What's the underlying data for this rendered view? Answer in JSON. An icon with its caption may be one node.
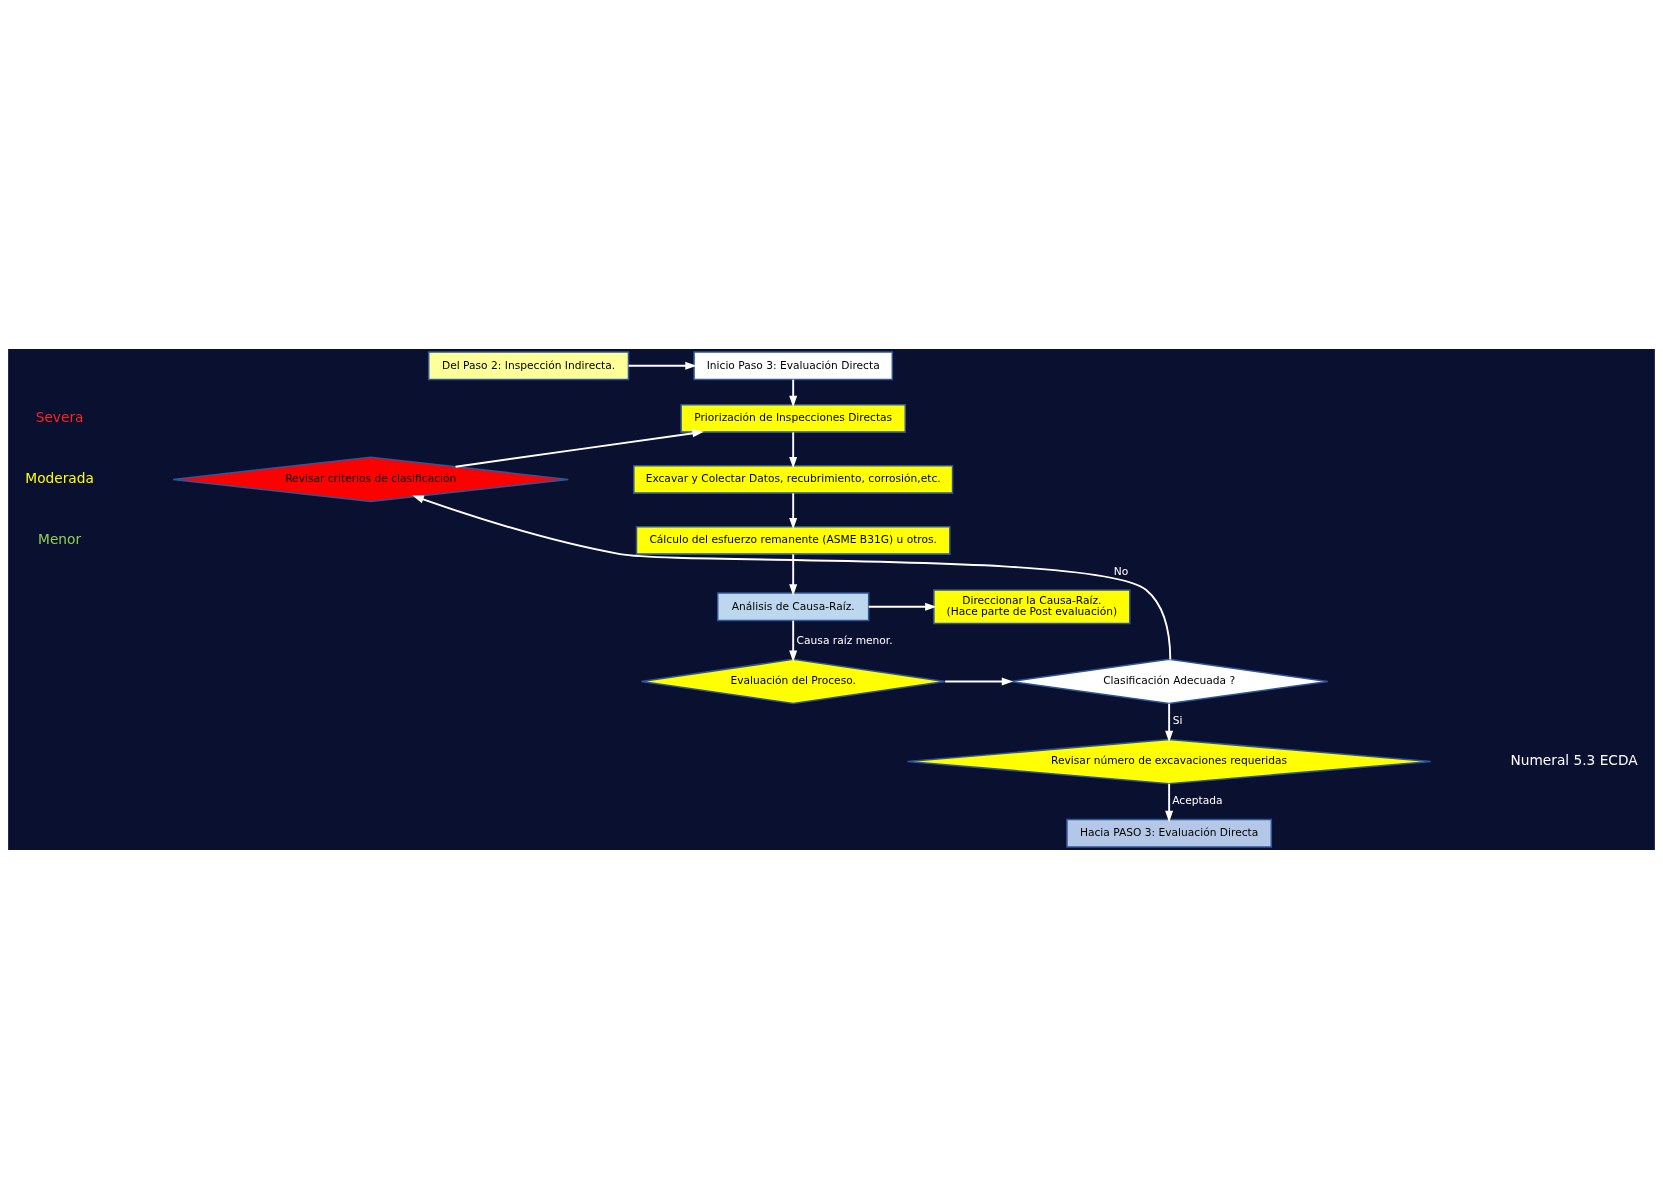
{
  "diagram": {
    "nodes": [
      {
        "text": [
          "Del Paso 2: Inspección Indirecta."
        ]
      },
      {
        "text": [
          "Inicio Paso 3: Evaluación Directa"
        ]
      },
      {
        "text": [
          "Priorización de Inspecciones Directas"
        ]
      },
      {
        "text": [
          "Excavar y Colectar Datos, recubrimiento, corrosión,etc."
        ]
      },
      {
        "text": [
          "Cálculo del esfuerzo remanente (ASME B31G) u otros."
        ]
      },
      {
        "text": [
          "Análisis de Causa-Raíz."
        ]
      },
      {
        "text": [
          "Direccionar la Causa-Raíz.",
          "(Hace parte de Post evaluación)"
        ]
      },
      {
        "text": [
          "Evaluación del Proceso."
        ]
      },
      {
        "text": [
          "Clasificación Adecuada ?"
        ]
      },
      {
        "text": [
          "Revisar criterios de clasificación"
        ]
      },
      {
        "text": [
          "Revisar número de excavaciones requeridas"
        ]
      },
      {
        "text": [
          "Hacia PASO 3: Evaluación Directa"
        ]
      }
    ],
    "edges": [
      {
        "from": 0,
        "to": 1,
        "arrow": "to"
      },
      {
        "from": 1,
        "to": 2,
        "arrow": "to"
      },
      {
        "from": 2,
        "to": 3,
        "arrow": "to"
      },
      {
        "from": 3,
        "to": 4,
        "arrow": "to"
      },
      {
        "from": 4,
        "to": 5,
        "arrow": "to"
      },
      {
        "from": 5,
        "to": 6,
        "arrow": "to"
      },
      {
        "from": 5,
        "to": 7,
        "arrow": "to",
        "label": "Causa raíz menor."
      },
      {
        "from": 7,
        "to": 8,
        "arrow": "to"
      },
      {
        "from": 8,
        "to": 9,
        "arrow": "to",
        "label": "No"
      },
      {
        "from": 9,
        "to": 2,
        "arrow": "to"
      },
      {
        "from": 8,
        "to": 10,
        "arrow": "to",
        "label": "Si"
      },
      {
        "from": 10,
        "to": 11,
        "arrow": "to",
        "label": "Aceptada"
      }
    ],
    "labels": [
      "Severa",
      "Moderada",
      "Menor",
      "Numeral 5.3 ECDA"
    ]
  }
}
